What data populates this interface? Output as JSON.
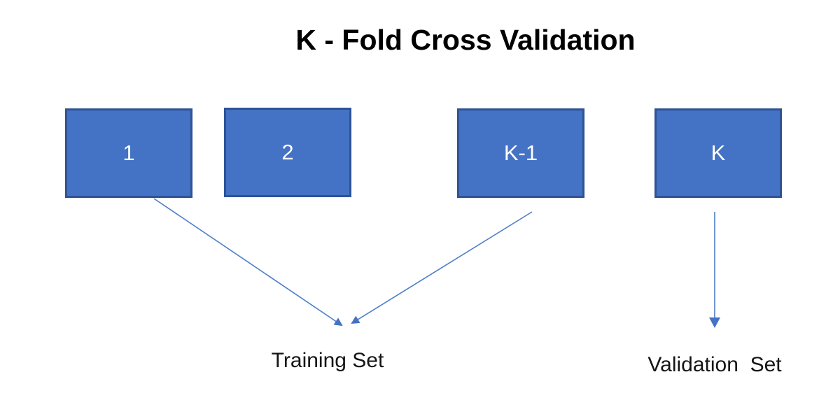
{
  "title": "K - Fold Cross Validation",
  "folds": [
    {
      "label": "1"
    },
    {
      "label": "2"
    },
    {
      "label": "K-1"
    },
    {
      "label": "K"
    }
  ],
  "labels": {
    "training": "Training Set",
    "validation": "Validation  Set"
  },
  "colors": {
    "box_fill": "#4472c4",
    "box_border": "#2e5395",
    "arrow": "#4d7dca",
    "title_text": "#000000",
    "box_text": "#ffffff"
  }
}
